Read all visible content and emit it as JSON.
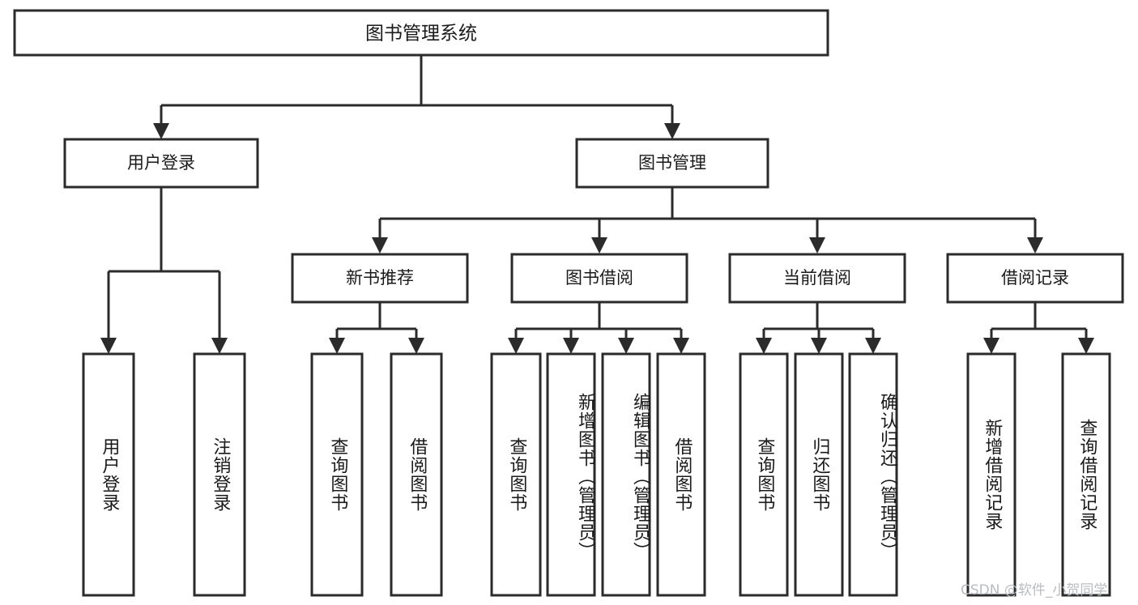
{
  "diagram": {
    "title": "图书管理系统",
    "type": "tree-hierarchy-chart",
    "root": {
      "label": "图书管理系统"
    },
    "level2": [
      {
        "label": "用户登录"
      },
      {
        "label": "图书管理"
      }
    ],
    "level3": [
      {
        "label": "新书推荐"
      },
      {
        "label": "图书借阅"
      },
      {
        "label": "当前借阅"
      },
      {
        "label": "借阅记录"
      }
    ],
    "leaves": {
      "user_login": [
        {
          "label": "用户登录"
        },
        {
          "label": "注销登录"
        }
      ],
      "new_book_recommend": [
        {
          "label": "查询图书"
        },
        {
          "label": "借阅图书"
        }
      ],
      "book_borrow": [
        {
          "label": "查询图书"
        },
        {
          "label": "新增图书（管理员）"
        },
        {
          "label": "编辑图书（管理员）"
        },
        {
          "label": "借阅图书"
        }
      ],
      "current_borrow": [
        {
          "label": "查询图书"
        },
        {
          "label": "归还图书"
        },
        {
          "label": "确认归还（管理员）"
        }
      ],
      "borrow_record": [
        {
          "label": "新增借阅记录"
        },
        {
          "label": "查询借阅记录"
        }
      ]
    }
  },
  "watermark": {
    "text": "CSDN @软件_小贺同学"
  },
  "colors": {
    "stroke": "#2b2b2b",
    "fill": "#ffffff",
    "text": "#1a1a1a",
    "watermark": "#b9bcc0"
  }
}
